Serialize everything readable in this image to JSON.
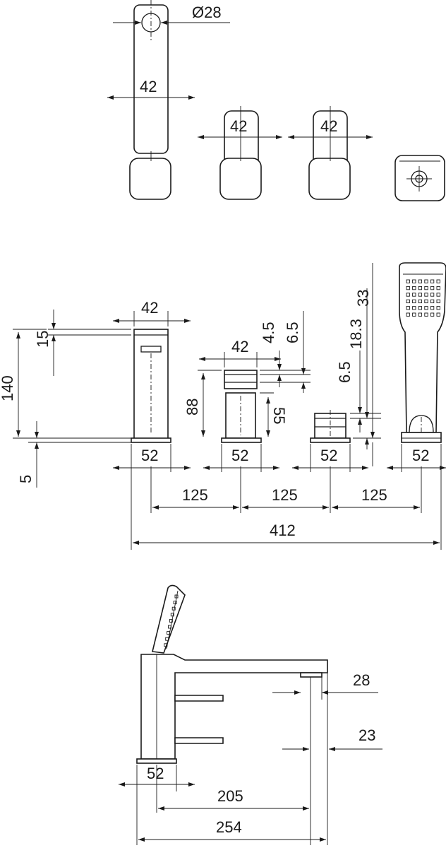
{
  "top_view": {
    "spout_diameter": "Ø28",
    "spout_width": "42",
    "handle1_width": "42",
    "handle2_width": "42"
  },
  "front_view": {
    "spout_top_width": "42",
    "spout_thickness": "15",
    "overall_height": "140",
    "base_thickness": "5",
    "handle_width": "42",
    "handle_height": "88",
    "handle_gap": "4.5",
    "handle_step": "6.5",
    "handle_lower": "55",
    "holder_top": "6.5",
    "holder_height": "18.3",
    "holder_total": "33",
    "base1": "52",
    "base2": "52",
    "base3": "52",
    "base4": "52",
    "spacing1": "125",
    "spacing2": "125",
    "spacing3": "125",
    "overall_width": "412"
  },
  "side_view": {
    "outlet_diameter": "28",
    "outlet_inner": "23",
    "base_width": "52",
    "projection": "205",
    "overall_depth": "254"
  }
}
